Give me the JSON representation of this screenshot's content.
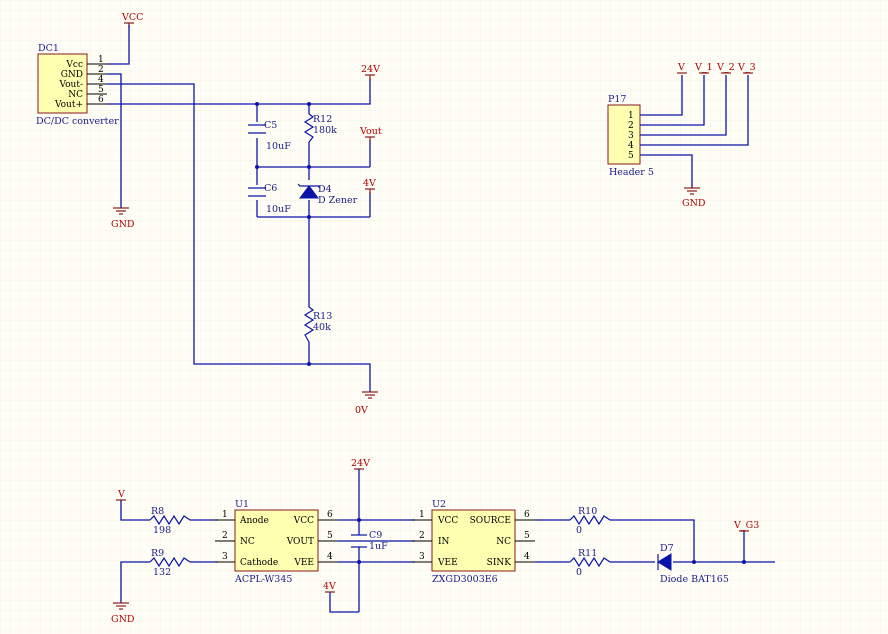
{
  "colors": {
    "background": "#fffef6",
    "grid": "#ece8d4",
    "wire": "#0b14a8",
    "power_label": "#b00000",
    "part_fill": "#ffffb2",
    "part_border": "#8a1a1a"
  },
  "dc1": {
    "designator": "DC1",
    "name": "DC/DC converter",
    "pin_labels": [
      "Vcc",
      "GND",
      "Vout-",
      "NC",
      "Vout+"
    ],
    "pin_numbers": [
      "1",
      "2",
      "4",
      "5",
      "6"
    ]
  },
  "power": {
    "vcc": "VCC",
    "v24_top": "24V",
    "vout": "Vout",
    "v4_top": "4V",
    "gnd1": "GND",
    "gnd0v": "0V",
    "v24_bottom": "24V",
    "v4_bottom": "4V",
    "gnd_bottom": "GND",
    "gnd_header": "GND",
    "v_in": "V",
    "v_g3": "V_G3"
  },
  "c5": {
    "designator": "C5",
    "value": "10uF"
  },
  "c6": {
    "designator": "C6",
    "value": "10uF"
  },
  "r12": {
    "designator": "R12",
    "value": "180k"
  },
  "d4": {
    "designator": "D4",
    "value": "D Zener"
  },
  "r13": {
    "designator": "R13",
    "value": "40k"
  },
  "p17": {
    "designator": "P17",
    "name": "Header 5",
    "pin_numbers": [
      "1",
      "2",
      "3",
      "4",
      "5"
    ],
    "net_labels": [
      "V",
      "V_1",
      "V_2",
      "V_3"
    ]
  },
  "r8": {
    "designator": "R8",
    "value": "198"
  },
  "r9": {
    "designator": "R9",
    "value": "132"
  },
  "u1": {
    "designator": "U1",
    "name": "ACPL-W345",
    "left_pins": [
      "Anode",
      "NC",
      "Cathode"
    ],
    "left_numbers": [
      "1",
      "2",
      "3"
    ],
    "right_pins": [
      "VCC",
      "VOUT",
      "VEE"
    ],
    "right_numbers": [
      "6",
      "5",
      "4"
    ]
  },
  "c9": {
    "designator": "C9",
    "value": "1uF"
  },
  "u2": {
    "designator": "U2",
    "name": "ZXGD3003E6",
    "left_pins": [
      "VCC",
      "IN",
      "VEE"
    ],
    "left_numbers": [
      "1",
      "2",
      "3"
    ],
    "right_pins": [
      "SOURCE",
      "NC",
      "SINK"
    ],
    "right_numbers": [
      "6",
      "5",
      "4"
    ]
  },
  "r10": {
    "designator": "R10",
    "value": "0"
  },
  "r11": {
    "designator": "R11",
    "value": "0"
  },
  "d7": {
    "designator": "D7",
    "value": "Diode BAT165"
  }
}
